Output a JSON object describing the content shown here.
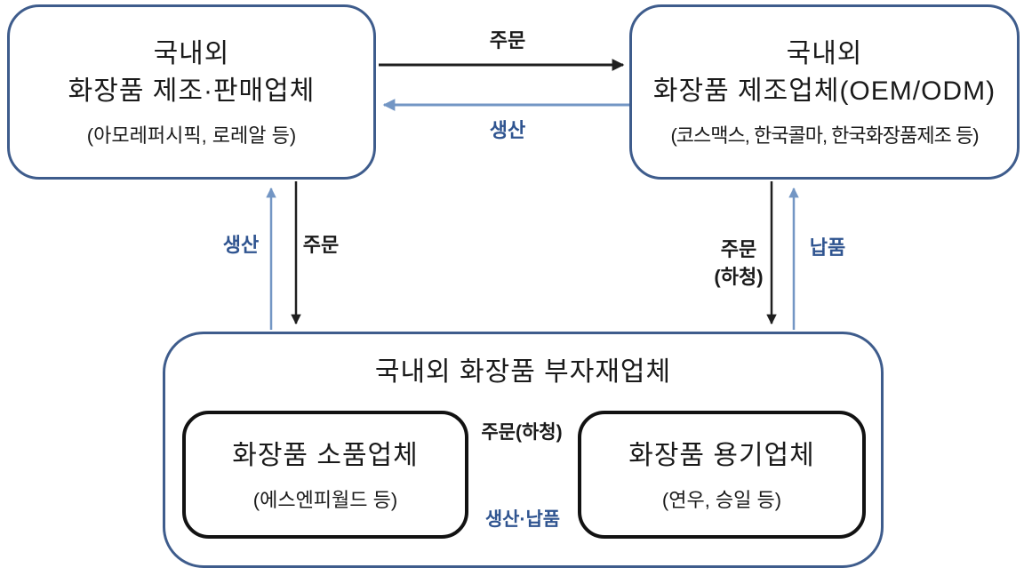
{
  "diagram": {
    "top_left_box": {
      "title_line1": "국내외",
      "title_line2": "화장품 제조·판매업체",
      "subtitle": "(아모레퍼시픽, 로레알 등)"
    },
    "top_right_box": {
      "title_line1": "국내외",
      "title_line2": "화장품 제조업체(OEM/ODM)",
      "subtitle": "(코스맥스, 한국콜마, 한국화장품제조 등)"
    },
    "bottom_box": {
      "title": "국내외 화장품 부자재업체",
      "left_inner_box": {
        "title": "화장품 소품업체",
        "subtitle": "(에스엔피월드 등)"
      },
      "right_inner_box": {
        "title": "화장품 용기업체",
        "subtitle": "(연우, 승일 등)"
      }
    },
    "arrows": {
      "top_order_label": "주문",
      "top_production_label": "생산",
      "left_production_label": "생산",
      "left_order_label": "주문",
      "right_order_label_line1": "주문",
      "right_order_label_line2": "(하청)",
      "right_delivery_label": "납품",
      "inner_order_label": "주문(하청)",
      "inner_production_delivery_label": "생산·납품"
    },
    "colors": {
      "outer_border_blue": "#3E5C8C",
      "inner_border_black": "#121212",
      "arrow_black": "#1F1F1F",
      "arrow_blue": "#7396C4",
      "label_blue": "#2F5490",
      "label_black": "#1A1A1A"
    }
  }
}
